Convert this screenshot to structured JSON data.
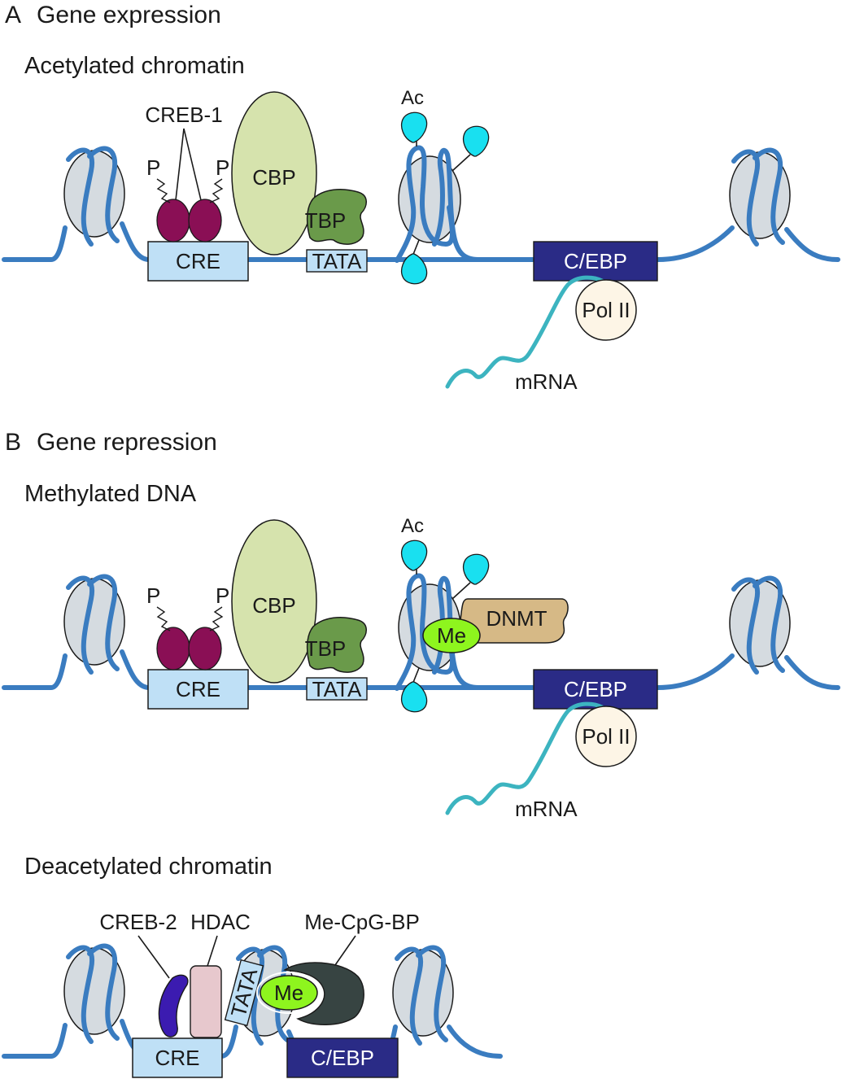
{
  "colors": {
    "dna": "#3a7cc0",
    "nucleosome": "#d5dbe0",
    "cre": "#bfe0f6",
    "tata": "#bfe0f6",
    "creb1": "#8a0f55",
    "cbp": "#d6e3ad",
    "tbp": "#6a9a4a",
    "acetyl": "#19e0f0",
    "cebp": "#2a2b86",
    "pol2": "#fdf5e6",
    "mrna": "#3cb4c0",
    "dnmt": "#d6b986",
    "me": "#8ef51e",
    "creb2": "#3b1bb0",
    "hdac": "#e7c8cd",
    "mecpgbp": "#374442"
  },
  "panelA": {
    "letter": "A",
    "title": "Gene expression",
    "subtitle": "Acetylated chromatin",
    "labels": {
      "creb1": "CREB-1",
      "p": "P",
      "cbp": "CBP",
      "tbp": "TBP",
      "cre": "CRE",
      "tata": "TATA",
      "ac": "Ac",
      "cebp": "C/EBP",
      "pol2": "Pol II",
      "mrna": "mRNA"
    }
  },
  "panelB": {
    "letter": "B",
    "title": "Gene repression",
    "subtitle": "Methylated DNA",
    "labels": {
      "p": "P",
      "cbp": "CBP",
      "tbp": "TBP",
      "cre": "CRE",
      "tata": "TATA",
      "ac": "Ac",
      "dnmt": "DNMT",
      "me": "Me",
      "cebp": "C/EBP",
      "pol2": "Pol II",
      "mrna": "mRNA"
    }
  },
  "panelC": {
    "subtitle": "Deacetylated chromatin",
    "labels": {
      "creb2": "CREB-2",
      "hdac": "HDAC",
      "mecpgbp": "Me-CpG-BP",
      "tata": "TATA",
      "me": "Me",
      "cre": "CRE",
      "cebp": "C/EBP"
    }
  }
}
